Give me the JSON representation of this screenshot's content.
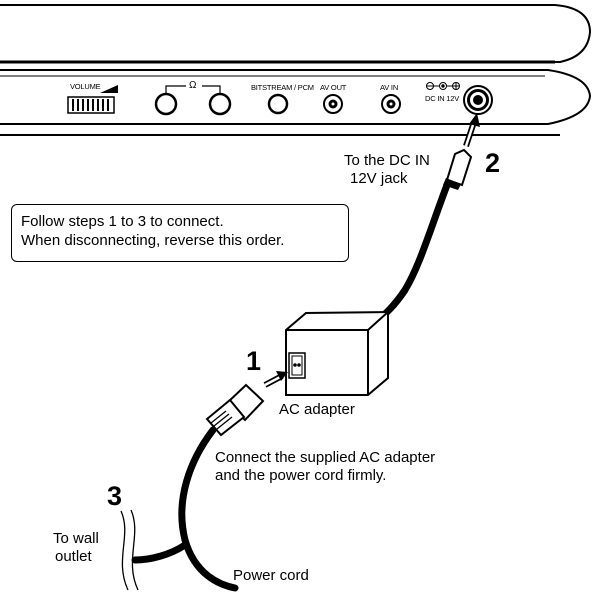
{
  "panel": {
    "volume_label": "VOLUME",
    "headphone_label": "Ω",
    "bitstream_label": "BITSTREAM / PCM",
    "av_out_label": "AV OUT",
    "av_in_label": "AV IN",
    "dc_in_label": "DC IN 12V"
  },
  "steps": {
    "step1": "1",
    "step2": "2",
    "step3": "3"
  },
  "labels": {
    "dc_jack_line1": "To the DC IN",
    "dc_jack_line2": "12V jack",
    "ac_adapter": "AC adapter",
    "connect_line1": "Connect the supplied AC adapter",
    "connect_line2": "and the power cord firmly.",
    "wall_line1": "To wall",
    "wall_line2": "outlet",
    "power_cord": "Power cord"
  },
  "callout": {
    "line1": "Follow steps 1 to 3 to connect.",
    "line2": "When disconnecting, reverse this order."
  }
}
